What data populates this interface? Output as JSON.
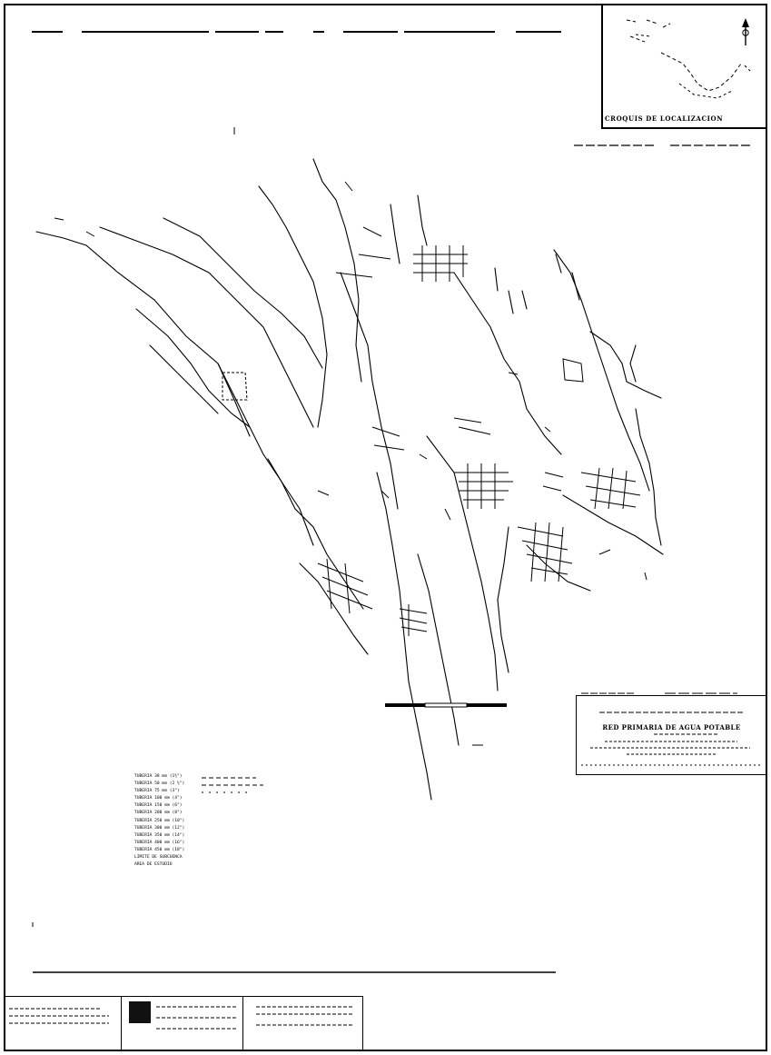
{
  "map": {
    "title_box": {
      "title": "RED PRIMARIA DE AGUA POTABLE"
    },
    "location_inset": {
      "label": "CROQUIS DE LOCALIZACION"
    },
    "legend_items": [
      {
        "label": "TUBERIA 38 mm (1½\")",
        "line": "dashed"
      },
      {
        "label": "TUBERIA 50 mm (2 ½\")",
        "line": "dashed"
      },
      {
        "label": "TUBERIA 75 mm (3\")",
        "line": "dashed"
      },
      {
        "label": "TUBERIA 100 mm (4\")",
        "line": "none"
      },
      {
        "label": "TUBERIA 150 mm (6\")",
        "line": "none"
      },
      {
        "label": "TUBERIA 200 mm (8\")",
        "line": "none"
      },
      {
        "label": "TUBERIA 250 mm (10\")",
        "line": "none"
      },
      {
        "label": "TUBERIA 300 mm (12\")",
        "line": "none"
      },
      {
        "label": "TUBERIA 350 mm (14\")",
        "line": "none"
      },
      {
        "label": "TUBERIA 400 mm (16\")",
        "line": "none"
      },
      {
        "label": "TUBERIA 450 mm (18\")",
        "line": "none"
      },
      {
        "label": "LIMITE DE SUBCUENCA",
        "line": "none"
      },
      {
        "label": "AREA DE ESTUDIO",
        "line": "none"
      }
    ],
    "colors": {
      "ink": "#000000",
      "paper": "#ffffff"
    }
  }
}
